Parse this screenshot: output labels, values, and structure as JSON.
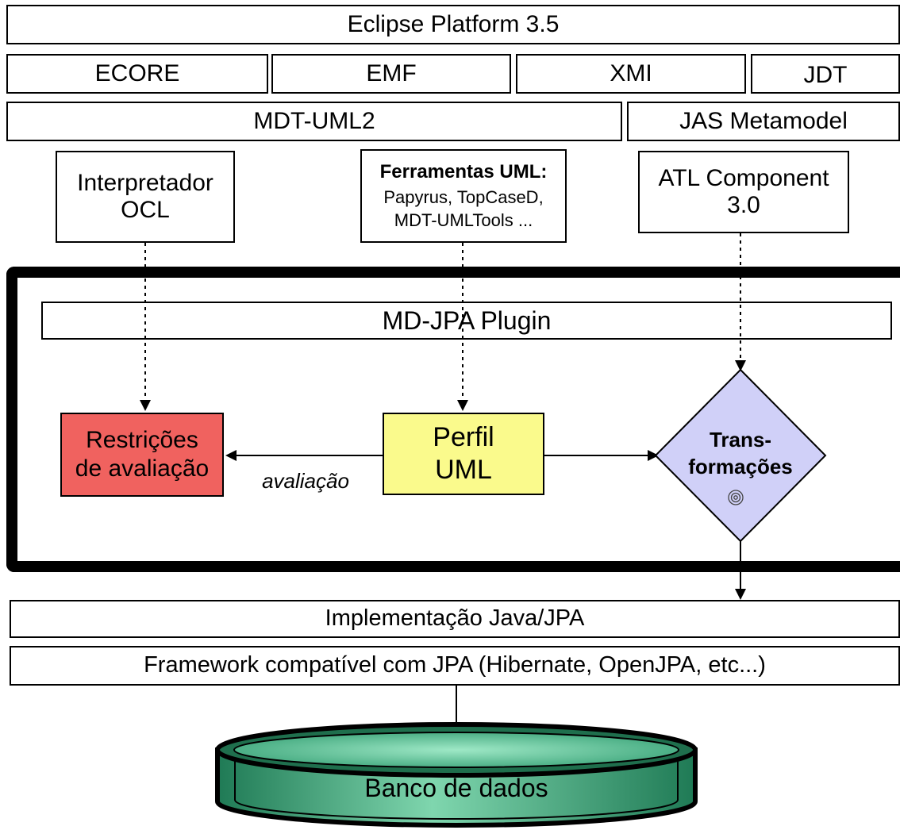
{
  "platform_layers": {
    "eclipse": "Eclipse Platform 3.5",
    "ecore": "ECORE",
    "emf": "EMF",
    "xmi": "XMI",
    "jdt": "JDT",
    "mdt_uml2": "MDT-UML2",
    "jas_metamodel": "JAS Metamodel"
  },
  "tools": {
    "ocl": {
      "line1": "Interpretador",
      "line2": "OCL"
    },
    "uml_tools": {
      "title": "Ferramentas UML:",
      "line1": "Papyrus, TopCaseD,",
      "line2": "MDT-UMLTools ..."
    },
    "atl": {
      "line1": "ATL Component",
      "line2": "3.0"
    }
  },
  "plugin": {
    "title": "MD-JPA Plugin",
    "restricoes": {
      "line1": "Restrições",
      "line2": "de avaliação",
      "color": "#f0625f"
    },
    "perfil": {
      "line1": "Perfil",
      "line2": "UML",
      "color": "#fafa8c"
    },
    "transformacoes": {
      "line1": "Trans-",
      "line2": "formações",
      "color": "#d0d0f8",
      "icon": "spiral-icon"
    },
    "edge_label": "avaliação"
  },
  "lower_layers": {
    "implementacao": "Implementação Java/JPA",
    "framework": "Framework compatível com JPA (Hibernate, OpenJPA, etc...)"
  },
  "database": {
    "label": "Banco de dados",
    "color": "#3aa378"
  }
}
